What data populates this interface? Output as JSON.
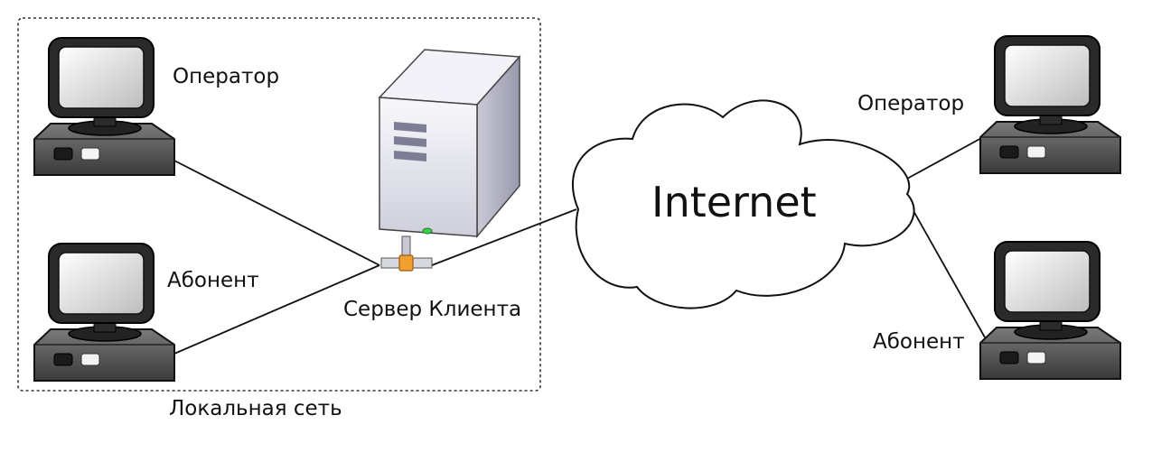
{
  "diagram": {
    "lan_label": "Локальная сеть",
    "server_label": "Сервер Клиента",
    "internet_label": "Internet",
    "lan_operator_label": "Оператор",
    "lan_subscriber_label": "Абонент",
    "remote_operator_label": "Оператор",
    "remote_subscriber_label": "Абонент"
  },
  "icons": {
    "workstation": "computer-icon",
    "server": "server-tower-icon",
    "cloud": "cloud-icon"
  },
  "colors": {
    "line": "#111111",
    "lan_border": "#333333",
    "monitor_body": "#2a2a2a",
    "server_body": "#e6e6ee",
    "connector": "#f0a030"
  }
}
